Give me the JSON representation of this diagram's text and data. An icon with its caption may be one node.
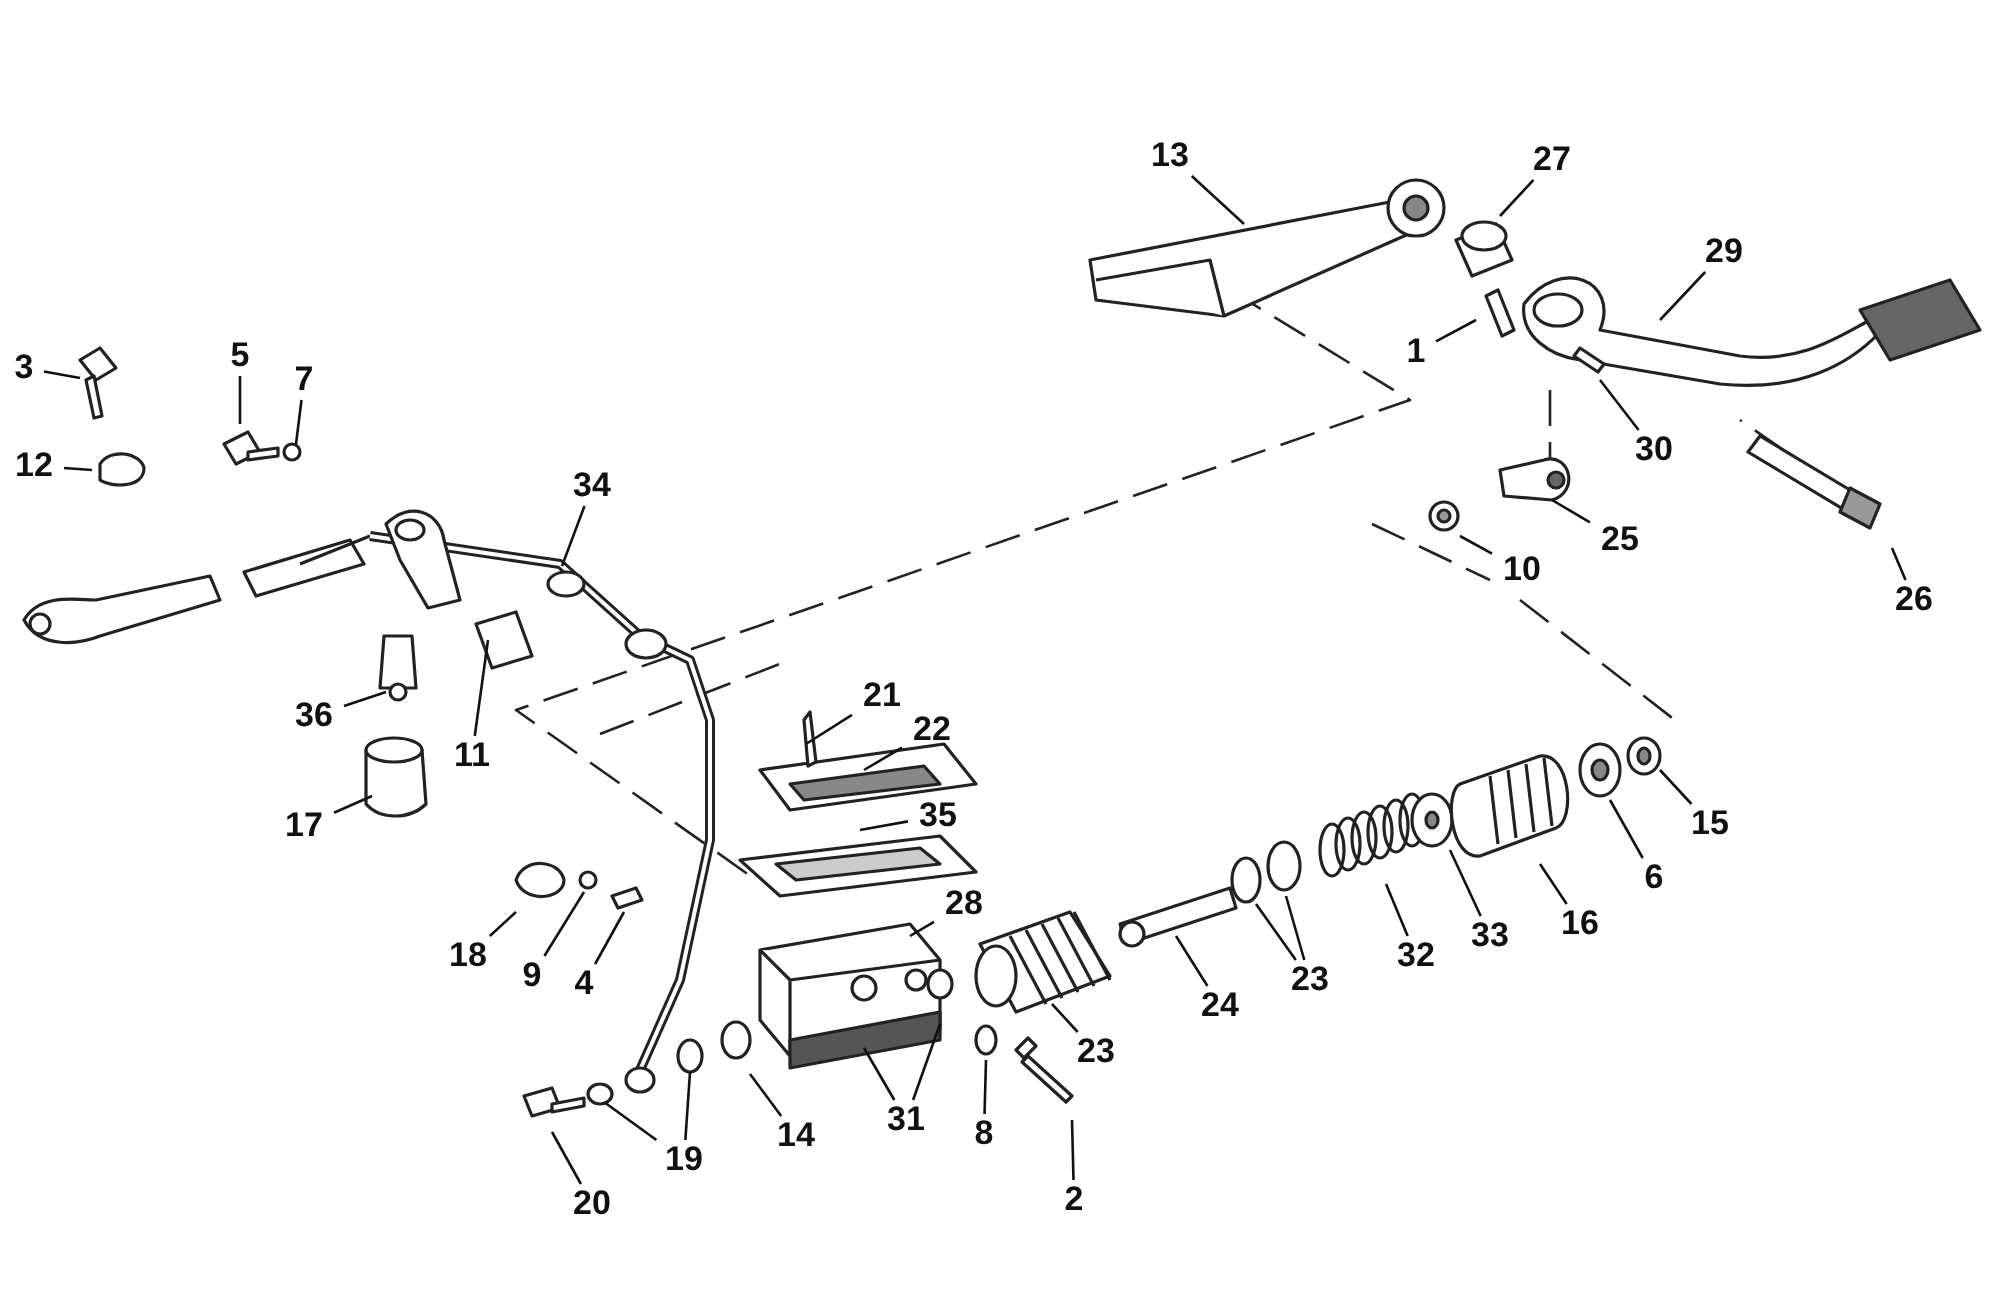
{
  "diagram": {
    "nodes": [
      {
        "text": [
          "13"
        ]
      },
      {
        "text": [
          "27"
        ]
      },
      {
        "text": [
          "29"
        ]
      },
      {
        "text": [
          "1"
        ]
      },
      {
        "text": [
          "3"
        ]
      },
      {
        "text": [
          "5"
        ]
      },
      {
        "text": [
          "7"
        ]
      },
      {
        "text": [
          "30"
        ]
      },
      {
        "text": [
          "12"
        ]
      },
      {
        "text": [
          "34"
        ]
      },
      {
        "text": [
          "25"
        ]
      },
      {
        "text": [
          "10"
        ]
      },
      {
        "text": [
          "26"
        ]
      },
      {
        "text": [
          "21"
        ]
      },
      {
        "text": [
          "22"
        ]
      },
      {
        "text": [
          "36"
        ]
      },
      {
        "text": [
          "11"
        ]
      },
      {
        "text": [
          "15"
        ]
      },
      {
        "text": [
          "35"
        ]
      },
      {
        "text": [
          "17"
        ]
      },
      {
        "text": [
          "6"
        ]
      },
      {
        "text": [
          "28"
        ]
      },
      {
        "text": [
          "16"
        ]
      },
      {
        "text": [
          "33"
        ]
      },
      {
        "text": [
          "32"
        ]
      },
      {
        "text": [
          "18"
        ]
      },
      {
        "text": [
          "9"
        ]
      },
      {
        "text": [
          "4"
        ]
      },
      {
        "text": [
          "23"
        ]
      },
      {
        "text": [
          "24"
        ]
      },
      {
        "text": [
          "23"
        ]
      },
      {
        "text": [
          "31"
        ]
      },
      {
        "text": [
          "8"
        ]
      },
      {
        "text": [
          "14"
        ]
      },
      {
        "text": [
          "19"
        ]
      },
      {
        "text": [
          "20"
        ]
      },
      {
        "text": [
          "2"
        ]
      }
    ],
    "edges": [
      {
        "from": 0,
        "to": null,
        "arrow": "none"
      },
      {
        "from": 1,
        "to": null,
        "arrow": "none"
      },
      {
        "from": 2,
        "to": null,
        "arrow": "none"
      },
      {
        "from": 3,
        "to": null,
        "arrow": "none"
      },
      {
        "from": 4,
        "to": null,
        "arrow": "none"
      },
      {
        "from": 5,
        "to": null,
        "arrow": "none"
      },
      {
        "from": 6,
        "to": null,
        "arrow": "none"
      },
      {
        "from": 7,
        "to": null,
        "arrow": "none"
      },
      {
        "from": 8,
        "to": null,
        "arrow": "none"
      },
      {
        "from": 9,
        "to": null,
        "arrow": "none"
      },
      {
        "from": 10,
        "to": null,
        "arrow": "none"
      },
      {
        "from": 11,
        "to": null,
        "arrow": "none"
      },
      {
        "from": 12,
        "to": null,
        "arrow": "none"
      },
      {
        "from": 13,
        "to": null,
        "arrow": "none"
      },
      {
        "from": 14,
        "to": null,
        "arrow": "none"
      },
      {
        "from": 15,
        "to": null,
        "arrow": "none"
      },
      {
        "from": 16,
        "to": null,
        "arrow": "none"
      },
      {
        "from": 17,
        "to": null,
        "arrow": "none"
      },
      {
        "from": 18,
        "to": null,
        "arrow": "none"
      },
      {
        "from": 19,
        "to": null,
        "arrow": "none"
      },
      {
        "from": 20,
        "to": null,
        "arrow": "none"
      },
      {
        "from": 21,
        "to": null,
        "arrow": "none"
      },
      {
        "from": 22,
        "to": null,
        "arrow": "none"
      },
      {
        "from": 23,
        "to": null,
        "arrow": "none"
      },
      {
        "from": 24,
        "to": null,
        "arrow": "none"
      },
      {
        "from": 25,
        "to": null,
        "arrow": "none"
      },
      {
        "from": 26,
        "to": null,
        "arrow": "none"
      },
      {
        "from": 27,
        "to": null,
        "arrow": "none"
      },
      {
        "from": 28,
        "to": null,
        "arrow": "none"
      },
      {
        "from": 28,
        "to": null,
        "arrow": "none"
      },
      {
        "from": 29,
        "to": null,
        "arrow": "none"
      },
      {
        "from": 30,
        "to": null,
        "arrow": "none"
      },
      {
        "from": 31,
        "to": null,
        "arrow": "none"
      },
      {
        "from": 31,
        "to": null,
        "arrow": "none"
      },
      {
        "from": 32,
        "to": null,
        "arrow": "none"
      },
      {
        "from": 33,
        "to": null,
        "arrow": "none"
      },
      {
        "from": 34,
        "to": null,
        "arrow": "none"
      },
      {
        "from": 34,
        "to": null,
        "arrow": "none"
      },
      {
        "from": 35,
        "to": null,
        "arrow": "none"
      },
      {
        "from": 36,
        "to": null,
        "arrow": "none"
      }
    ]
  }
}
